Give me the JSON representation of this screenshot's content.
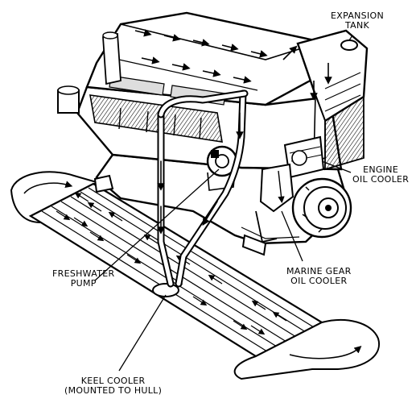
{
  "labels": {
    "expansion_tank": [
      "EXPANSION",
      "TANK"
    ],
    "engine_oil_cooler": [
      "ENGINE",
      "OIL COOLER"
    ],
    "marine_gear_oil_cooler": [
      "MARINE GEAR",
      "OIL COOLER"
    ],
    "freshwater_pump": [
      "FRESHWATER",
      "PUMP"
    ],
    "keel_cooler": [
      "KEEL COOLER",
      "(MOUNTED TO HULL)"
    ]
  },
  "colors": {
    "ink": "#000000",
    "paper": "#ffffff",
    "shade": "#bfbfbf"
  }
}
